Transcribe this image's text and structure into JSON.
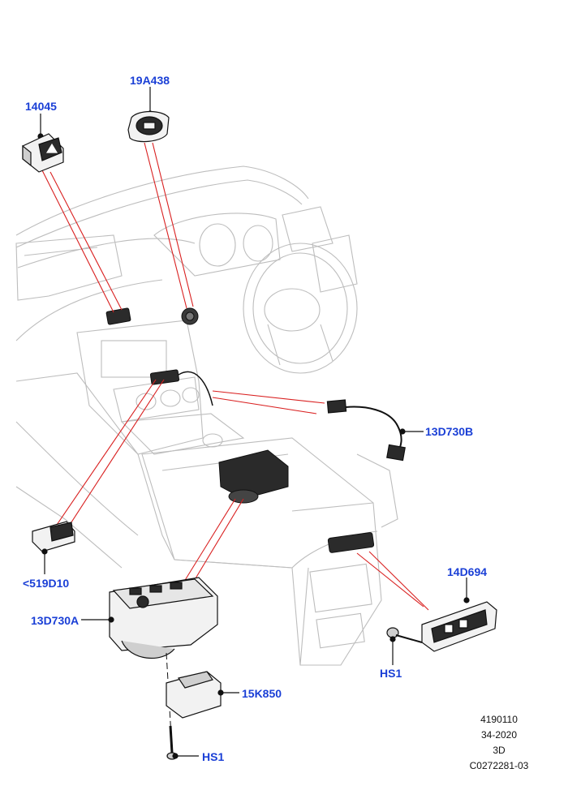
{
  "callouts": {
    "c19A438": "19A438",
    "c14045": "14045",
    "c13D730B": "13D730B",
    "c519D10": "<519D10",
    "c14D694": "14D694",
    "c13D730A": "13D730A",
    "cHS1_right": "HS1",
    "c15K850": "15K850",
    "cHS1_bottom": "HS1"
  },
  "meta": {
    "ref": "4190110",
    "date": "34-2020",
    "view": "3D",
    "code": "C0272281-03"
  },
  "colors": {
    "callout": "#1a3fd6",
    "leader": "#d92020",
    "outline": "#111111",
    "ghost": "#bdbdbd"
  }
}
